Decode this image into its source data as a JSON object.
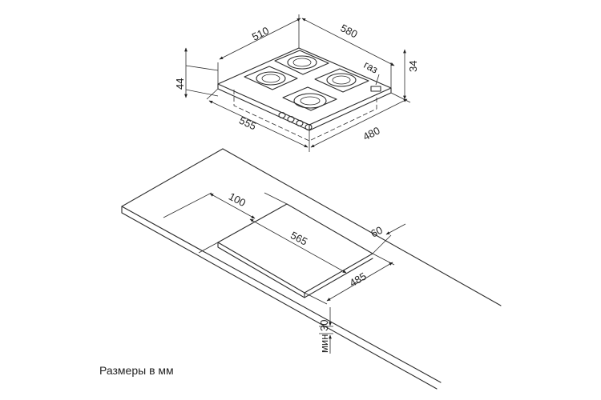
{
  "hob": {
    "width_label": "510",
    "depth_label": "580",
    "height_label": "44",
    "top_height_label": "34",
    "front_label": "555",
    "side_label": "480",
    "gas_label": "газ"
  },
  "cutout": {
    "margin_label": "100",
    "length_label": "565",
    "edge_label": "60",
    "depth_label": "485",
    "thickness_label": "мин 30"
  },
  "caption": "Размеры в мм"
}
